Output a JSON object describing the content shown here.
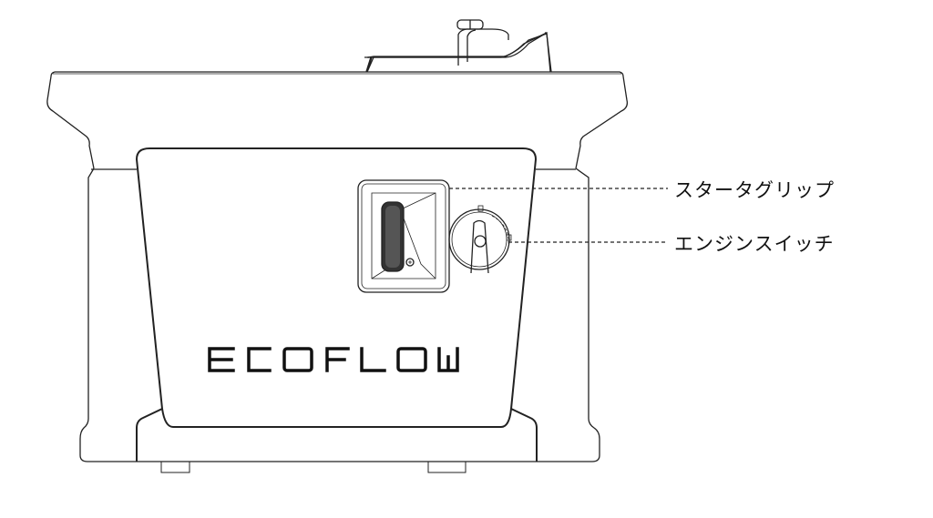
{
  "brand_logo": "ECOFLOW",
  "callouts": [
    {
      "label": "スタータグリップ",
      "target": "starter-grip"
    },
    {
      "label": "エンジンスイッチ",
      "target": "engine-switch"
    }
  ]
}
